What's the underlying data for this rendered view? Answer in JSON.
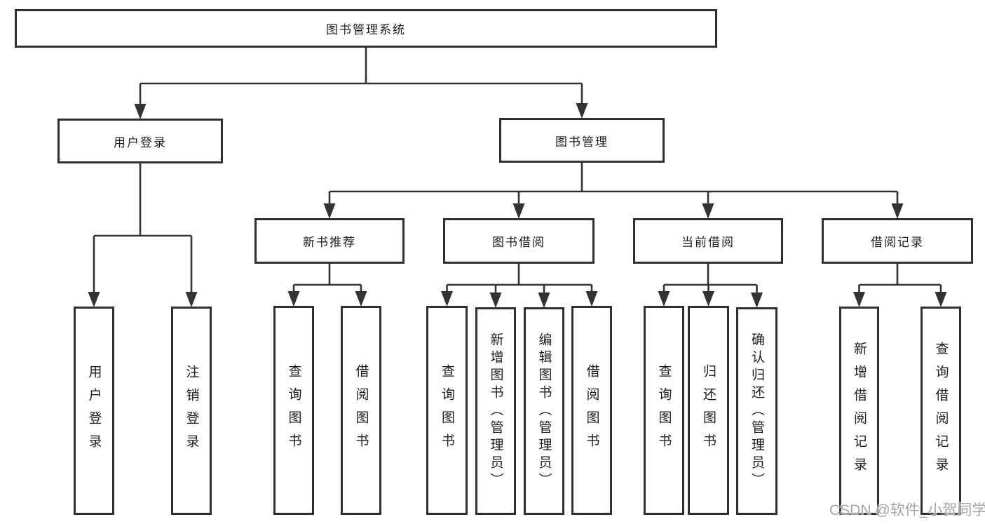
{
  "diagram": {
    "watermark": "CSDN @软件_小贺同学",
    "colors": {
      "line": "#333333",
      "border": "#2f2f2f",
      "fill": "#ffffff",
      "text": "#1d1d1d",
      "watermark": "#a6a6a6"
    },
    "nodes": [
      {
        "id": "root",
        "label": "图书管理系统"
      },
      {
        "id": "login",
        "label": "用户登录"
      },
      {
        "id": "mgmt",
        "label": "图书管理"
      },
      {
        "id": "new-books",
        "label": "新书推荐"
      },
      {
        "id": "borrow",
        "label": "图书借阅"
      },
      {
        "id": "current",
        "label": "当前借阅"
      },
      {
        "id": "records",
        "label": "借阅记录"
      },
      {
        "id": "login-user",
        "label": "用户登录",
        "vertical": true
      },
      {
        "id": "login-logout",
        "label": "注销登录",
        "vertical": true
      },
      {
        "id": "nb-query",
        "label": "查询图书",
        "vertical": true
      },
      {
        "id": "nb-borrow",
        "label": "借阅图书",
        "vertical": true
      },
      {
        "id": "b-query",
        "label": "查询图书",
        "vertical": true
      },
      {
        "id": "b-add",
        "label": "新增图书（管理员）",
        "vertical": true
      },
      {
        "id": "b-edit",
        "label": "编辑图书（管理员）",
        "vertical": true
      },
      {
        "id": "b-borrow",
        "label": "借阅图书",
        "vertical": true
      },
      {
        "id": "c-query",
        "label": "查询图书",
        "vertical": true
      },
      {
        "id": "c-return",
        "label": "归还图书",
        "vertical": true
      },
      {
        "id": "c-confirm",
        "label": "确认归还（管理员）",
        "vertical": true
      },
      {
        "id": "r-add",
        "label": "新增借阅记录",
        "vertical": true
      },
      {
        "id": "r-query",
        "label": "查询借阅记录",
        "vertical": true
      }
    ],
    "edges": [
      {
        "from": "root",
        "to": [
          "login",
          "mgmt"
        ]
      },
      {
        "from": "login",
        "to": [
          "login-user",
          "login-logout"
        ]
      },
      {
        "from": "mgmt",
        "to": [
          "new-books",
          "borrow",
          "current",
          "records"
        ]
      },
      {
        "from": "new-books",
        "to": [
          "nb-query",
          "nb-borrow"
        ]
      },
      {
        "from": "borrow",
        "to": [
          "b-query",
          "b-add",
          "b-edit",
          "b-borrow"
        ]
      },
      {
        "from": "current",
        "to": [
          "c-query",
          "c-return",
          "c-confirm"
        ]
      },
      {
        "from": "records",
        "to": [
          "r-add",
          "r-query"
        ]
      }
    ]
  }
}
